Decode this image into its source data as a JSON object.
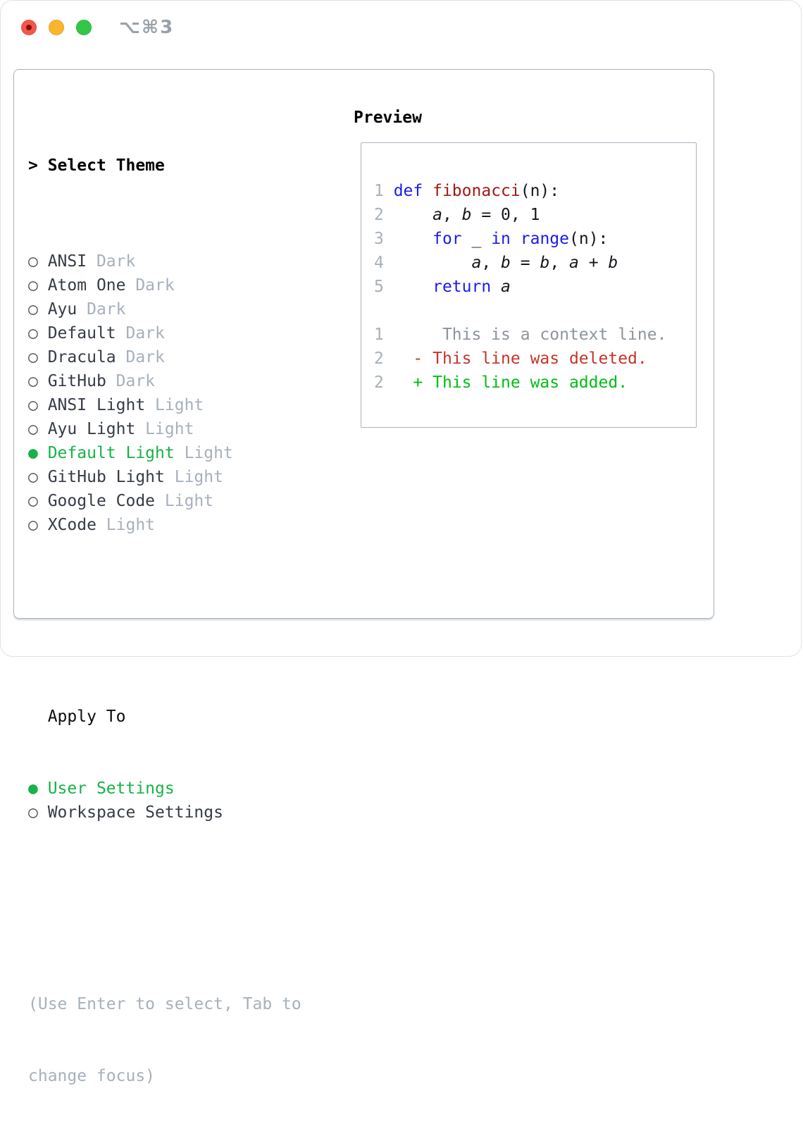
{
  "titlebar": {
    "shortcut": "⌥⌘3",
    "traffic_lights": [
      {
        "name": "close",
        "color": "#f3564d",
        "modified_dot": true
      },
      {
        "name": "minimize",
        "color": "#f9b52e"
      },
      {
        "name": "zoom",
        "color": "#33c748"
      }
    ]
  },
  "colors": {
    "panel_border": "#a9b3bd",
    "selected_green": "#17b249",
    "added_green": "#00be14",
    "deleted_red": "#c5342a",
    "keyword_blue": "#1b1bec",
    "function_red": "#a31815",
    "muted_gray": "#a7b0bb"
  },
  "theme_picker": {
    "cursor": "> ",
    "title": "Select Theme",
    "items": [
      {
        "name": "ANSI",
        "variant": "Dark",
        "selected": false
      },
      {
        "name": "Atom One",
        "variant": "Dark",
        "selected": false
      },
      {
        "name": "Ayu",
        "variant": "Dark",
        "selected": false
      },
      {
        "name": "Default",
        "variant": "Dark",
        "selected": false
      },
      {
        "name": "Dracula",
        "variant": "Dark",
        "selected": false
      },
      {
        "name": "GitHub",
        "variant": "Dark",
        "selected": false
      },
      {
        "name": "ANSI Light",
        "variant": "Light",
        "selected": false
      },
      {
        "name": "Ayu Light",
        "variant": "Light",
        "selected": false
      },
      {
        "name": "Default Light",
        "variant": "Light",
        "selected": true
      },
      {
        "name": "GitHub Light",
        "variant": "Light",
        "selected": false
      },
      {
        "name": "Google Code",
        "variant": "Light",
        "selected": false
      },
      {
        "name": "XCode",
        "variant": "Light",
        "selected": false
      }
    ]
  },
  "apply_to": {
    "title": "Apply To",
    "options": [
      {
        "label": "User Settings",
        "selected": true
      },
      {
        "label": "Workspace Settings",
        "selected": false
      }
    ]
  },
  "help": {
    "line1": "(Use Enter to select, Tab to",
    "line2": "change focus)"
  },
  "preview": {
    "title": "Preview",
    "code_lines": [
      [
        {
          "t": "1 ",
          "c": "ln"
        },
        {
          "t": "def",
          "c": "kw"
        },
        {
          "t": " ",
          "c": "pl"
        },
        {
          "t": "fibonacci",
          "c": "fn"
        },
        {
          "t": "(n):",
          "c": "pl"
        }
      ],
      [
        {
          "t": "2 ",
          "c": "ln"
        },
        {
          "t": "    ",
          "c": "pl"
        },
        {
          "t": "a",
          "c": "var"
        },
        {
          "t": ", ",
          "c": "pl"
        },
        {
          "t": "b",
          "c": "var"
        },
        {
          "t": " = 0, 1",
          "c": "pl"
        }
      ],
      [
        {
          "t": "3 ",
          "c": "ln"
        },
        {
          "t": "    ",
          "c": "pl"
        },
        {
          "t": "for",
          "c": "kw"
        },
        {
          "t": " _ ",
          "c": "pl"
        },
        {
          "t": "in",
          "c": "kw"
        },
        {
          "t": " ",
          "c": "pl"
        },
        {
          "t": "range",
          "c": "kw"
        },
        {
          "t": "(n):",
          "c": "pl"
        }
      ],
      [
        {
          "t": "4 ",
          "c": "ln"
        },
        {
          "t": "        ",
          "c": "pl"
        },
        {
          "t": "a",
          "c": "var"
        },
        {
          "t": ", ",
          "c": "pl"
        },
        {
          "t": "b",
          "c": "var"
        },
        {
          "t": " = ",
          "c": "pl"
        },
        {
          "t": "b",
          "c": "var"
        },
        {
          "t": ", ",
          "c": "pl"
        },
        {
          "t": "a",
          "c": "var"
        },
        {
          "t": " + ",
          "c": "pl"
        },
        {
          "t": "b",
          "c": "var"
        }
      ],
      [
        {
          "t": "5 ",
          "c": "ln"
        },
        {
          "t": "    ",
          "c": "pl"
        },
        {
          "t": "return",
          "c": "kw"
        },
        {
          "t": " ",
          "c": "pl"
        },
        {
          "t": "a",
          "c": "var"
        }
      ],
      [],
      [
        {
          "t": "1",
          "c": "ln"
        },
        {
          "t": "      This is a context line.",
          "c": "ctx"
        }
      ],
      [
        {
          "t": "2",
          "c": "ln"
        },
        {
          "t": "   ",
          "c": "pl"
        },
        {
          "t": "- This line was deleted.",
          "c": "del"
        }
      ],
      [
        {
          "t": "2",
          "c": "ln"
        },
        {
          "t": "   ",
          "c": "pl"
        },
        {
          "t": "+ This line was added.",
          "c": "add"
        }
      ]
    ]
  }
}
